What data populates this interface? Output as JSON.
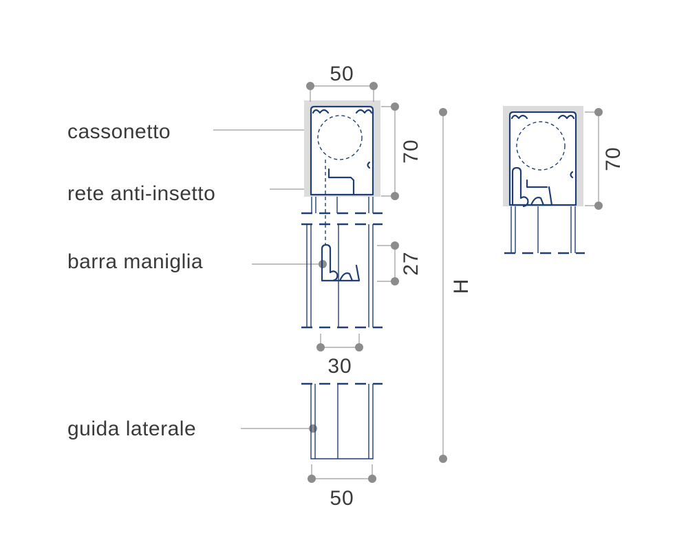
{
  "labels": {
    "cassonetto": "cassonetto",
    "rete": "rete anti-insetto",
    "barra": "barra maniglia",
    "guida": "guida laterale"
  },
  "dimensions": {
    "box_width": "50",
    "box_height": "70",
    "bar_height": "27",
    "bar_width": "30",
    "guide_width": "50",
    "total_height": "H",
    "alt_box_height": "70"
  },
  "colors": {
    "profile": "#1f3e73",
    "box_fill": "#dcdcdc",
    "leader": "#9a9a9a",
    "dot": "#8c8c8c",
    "text": "#3a3a3a"
  }
}
